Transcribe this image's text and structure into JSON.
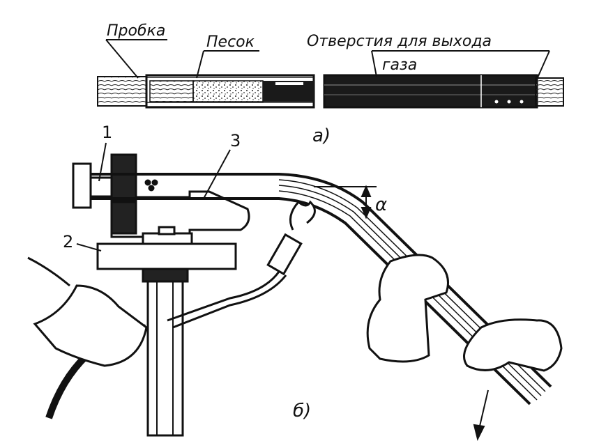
{
  "labels": {
    "cork": "Пробка",
    "sand": "Песок",
    "gas_holes_line1": "Отверстия для выхода",
    "gas_holes_line2": "газа",
    "part_a": "а)",
    "part_b": "б)",
    "num_1": "1",
    "num_2": "2",
    "num_3": "3",
    "angle": "α"
  },
  "colors": {
    "ink": "#111111",
    "paper": "#ffffff"
  }
}
